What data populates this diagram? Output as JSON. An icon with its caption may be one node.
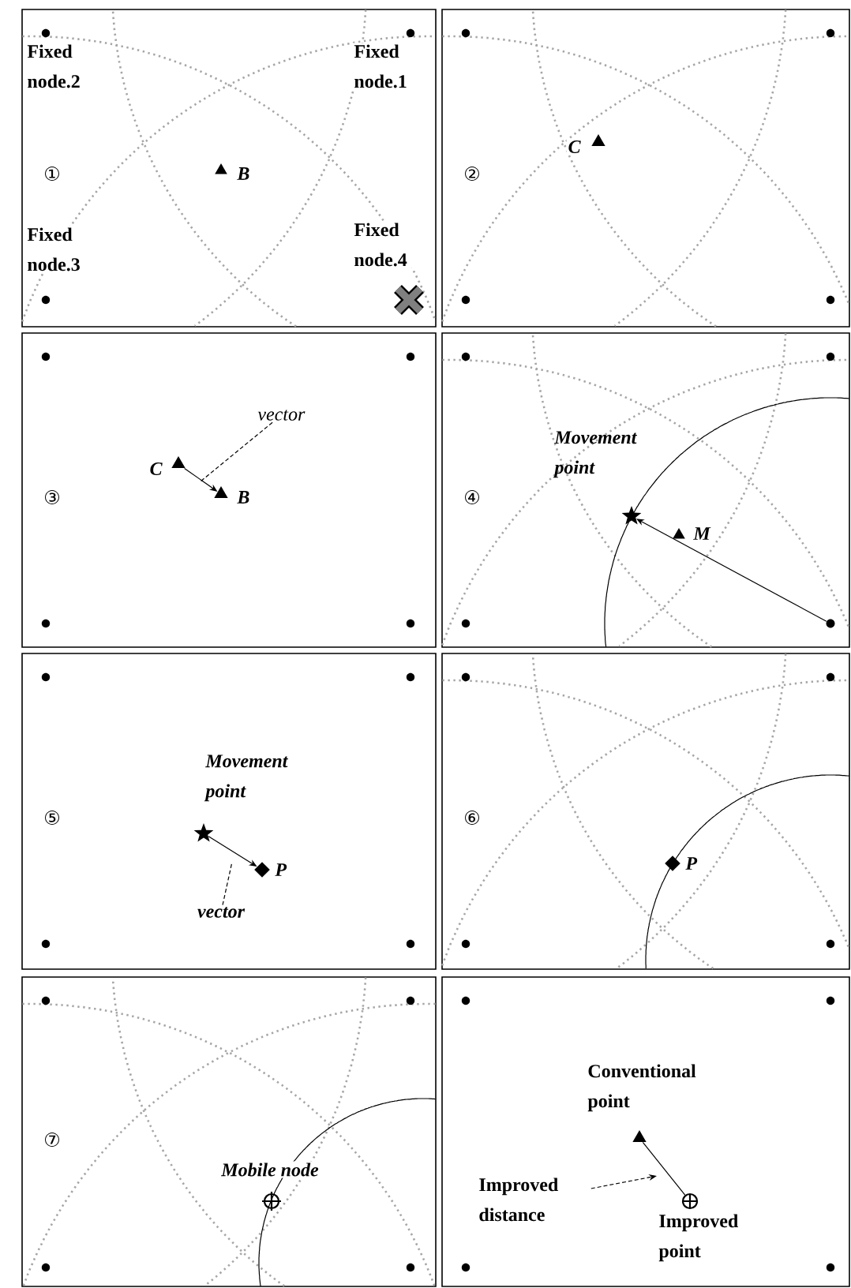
{
  "diagram": {
    "nodes": [
      {
        "text": [],
        "shape": "triangle",
        "beside": [
          "C"
        ]
      },
      {
        "text": [],
        "shape": "triangle",
        "beside": [
          "B"
        ]
      },
      {
        "text": [
          "vector"
        ]
      },
      {
        "text": [],
        "shape": "dot"
      },
      {
        "text": [],
        "shape": "star",
        "beside": [
          "Movement point"
        ]
      },
      {
        "text": [],
        "shape": "star",
        "beside": [
          "Movement point"
        ]
      },
      {
        "text": [],
        "shape": "diamond",
        "beside": [
          "P"
        ]
      },
      {
        "text": [
          "vector"
        ]
      },
      {
        "text": [],
        "shape": "triangle",
        "beside": [
          "Conventional point"
        ]
      },
      {
        "text": [
          "Improved distance"
        ]
      },
      {
        "text": [],
        "shape": "circle",
        "beside": [
          "Improved point"
        ]
      }
    ],
    "edges": [
      {
        "from": 0,
        "to": 1,
        "arrow": "to"
      },
      {
        "from": 2,
        "to": null,
        "arrow": "none",
        "style": "dashed"
      },
      {
        "from": 3,
        "to": 4,
        "arrow": "to"
      },
      {
        "from": 5,
        "to": 6,
        "arrow": "to"
      },
      {
        "from": 7,
        "to": null,
        "arrow": "none",
        "style": "dashed"
      },
      {
        "from": 10,
        "to": 8,
        "arrow": "none"
      },
      {
        "from": 9,
        "to": null,
        "arrow": "to",
        "style": "dashed"
      }
    ],
    "labels": [
      "Fixed node.2",
      "①",
      "B",
      "Fixed node.1",
      "Fixed node.3",
      "Fixed node.4",
      "②",
      "C",
      "③",
      "④",
      "M",
      "⑤",
      "⑥",
      "P",
      "⑦",
      "Mobile node"
    ]
  }
}
